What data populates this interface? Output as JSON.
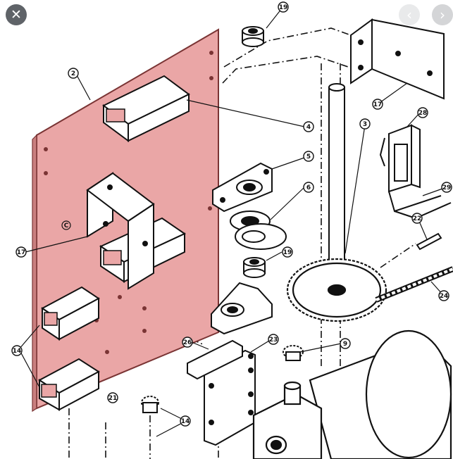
{
  "viewer": {
    "close_icon": "close-icon",
    "prev_icon": "chevron-left-icon",
    "next_icon": "chevron-right-icon",
    "close_glyph": "✕",
    "prev_glyph": "‹",
    "next_glyph": "›"
  },
  "diagram": {
    "plate_color": "#eaa6a6",
    "plate_label": "C",
    "callouts": {
      "c2": "2",
      "c4": "4",
      "c5": "5",
      "c6": "6",
      "c3": "3",
      "c9": "9",
      "c14a": "14",
      "c14b": "14",
      "c17a": "17",
      "c17b": "17",
      "c19a": "19",
      "c19b": "19",
      "c21": "21",
      "c22": "22",
      "c23": "23",
      "c24": "24",
      "c26": "26",
      "c28": "28",
      "c29": "29"
    }
  }
}
